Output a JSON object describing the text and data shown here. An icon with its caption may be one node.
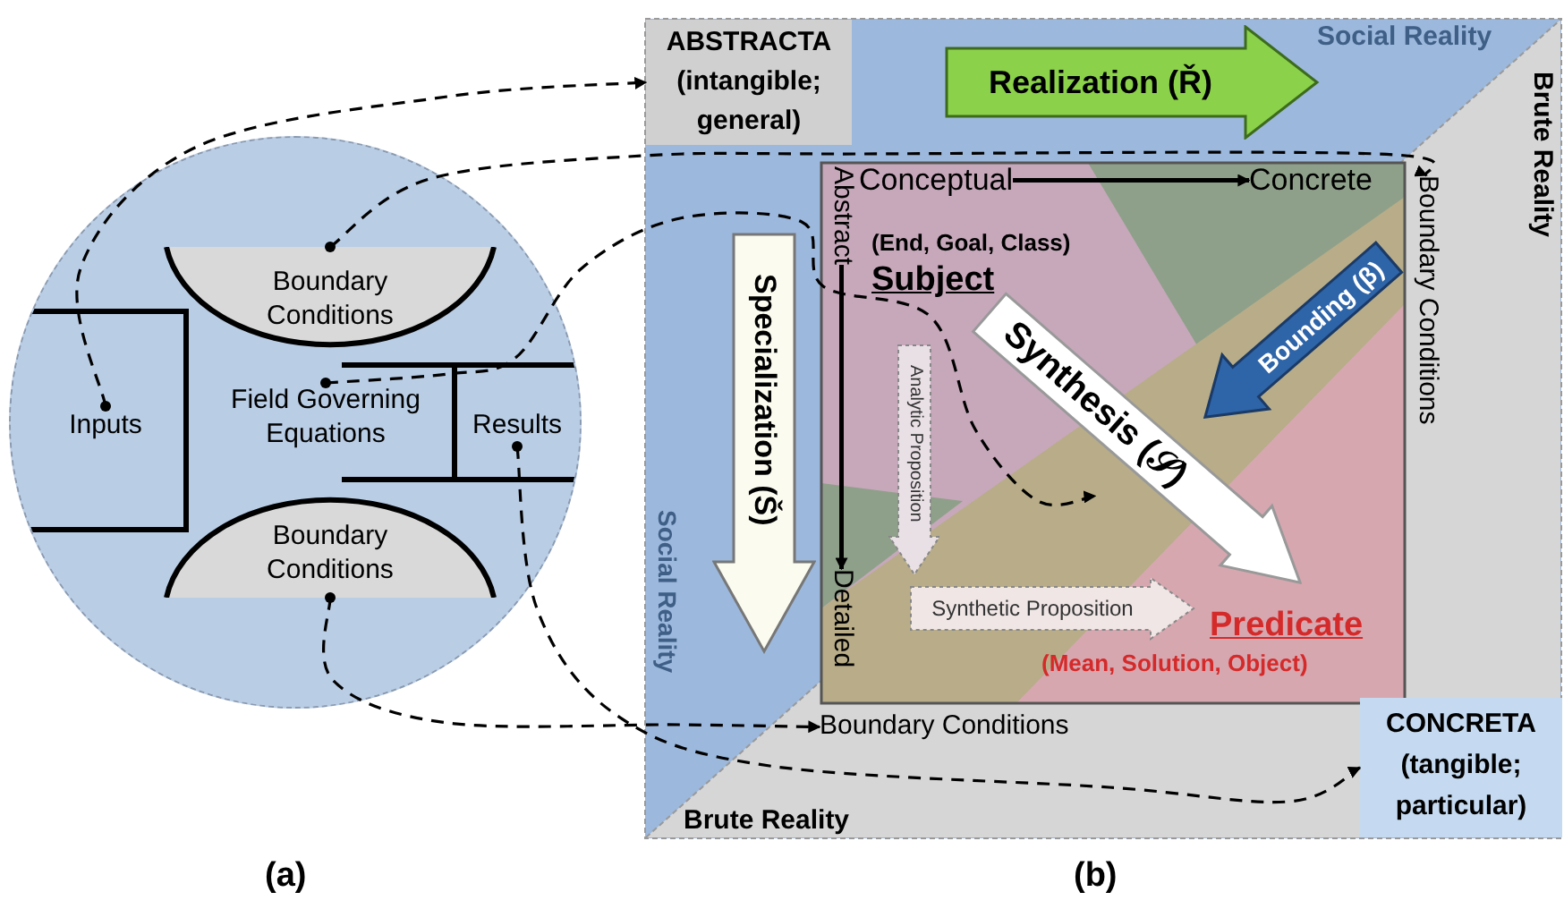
{
  "diagram": {
    "nodes": [
      {
        "text": [],
        "shape": "circle"
      },
      {
        "text": [
          "Boundary Conditions"
        ],
        "in": 0
      },
      {
        "text": [
          "Inputs"
        ],
        "in": 0
      },
      {
        "text": [
          "Field Governing Equations"
        ],
        "in": 0
      },
      {
        "text": [
          "Results"
        ],
        "in": 0
      },
      {
        "text": [
          "Boundary Conditions"
        ],
        "in": 0
      },
      {
        "text": [
          "ABSTRACTA (intangible; general)"
        ]
      },
      {
        "text": [
          "Realization (Ř)"
        ]
      },
      {
        "text": [
          "Conceptual"
        ]
      },
      {
        "text": [
          "Concrete"
        ]
      },
      {
        "text": [
          "Abstract"
        ]
      },
      {
        "text": [
          "Specialization (Š)"
        ]
      },
      {
        "text": [
          "Bounding (β)"
        ]
      },
      {
        "text": [
          "Synthesis (𝒮)"
        ]
      },
      {
        "text": [
          "Analytic Proposition"
        ]
      },
      {
        "text": [
          "Detailed"
        ]
      },
      {
        "text": [
          "Synthetic Proposition"
        ]
      },
      {
        "text": [
          "Boundary Conditions"
        ]
      },
      {
        "text": [
          "Boundary Conditions"
        ]
      },
      {
        "text": [
          "CONCRETA (tangible; particular)"
        ]
      }
    ],
    "edges": [
      {
        "from": 2,
        "to": 6,
        "arrow": "to",
        "style": "dashed"
      },
      {
        "from": 1,
        "to": 17,
        "arrow": "to",
        "style": "dashed"
      },
      {
        "from": 3,
        "to": 13,
        "arrow": "to",
        "style": "dashed"
      },
      {
        "from": 5,
        "to": 18,
        "arrow": "to",
        "style": "dashed"
      },
      {
        "from": 4,
        "to": 19,
        "arrow": "to",
        "style": "dashed"
      },
      {
        "from": 8,
        "to": 9,
        "arrow": "to"
      },
      {
        "from": 10,
        "to": 15,
        "arrow": "to"
      }
    ],
    "labels": [
      "Social Reality",
      "Brute Reality",
      "(End, Goal, Class)",
      "Subject",
      "Predicate",
      "(Mean, Solution, Object)",
      "Social Reality",
      "Brute Reality",
      "(a)",
      "(b)"
    ]
  }
}
